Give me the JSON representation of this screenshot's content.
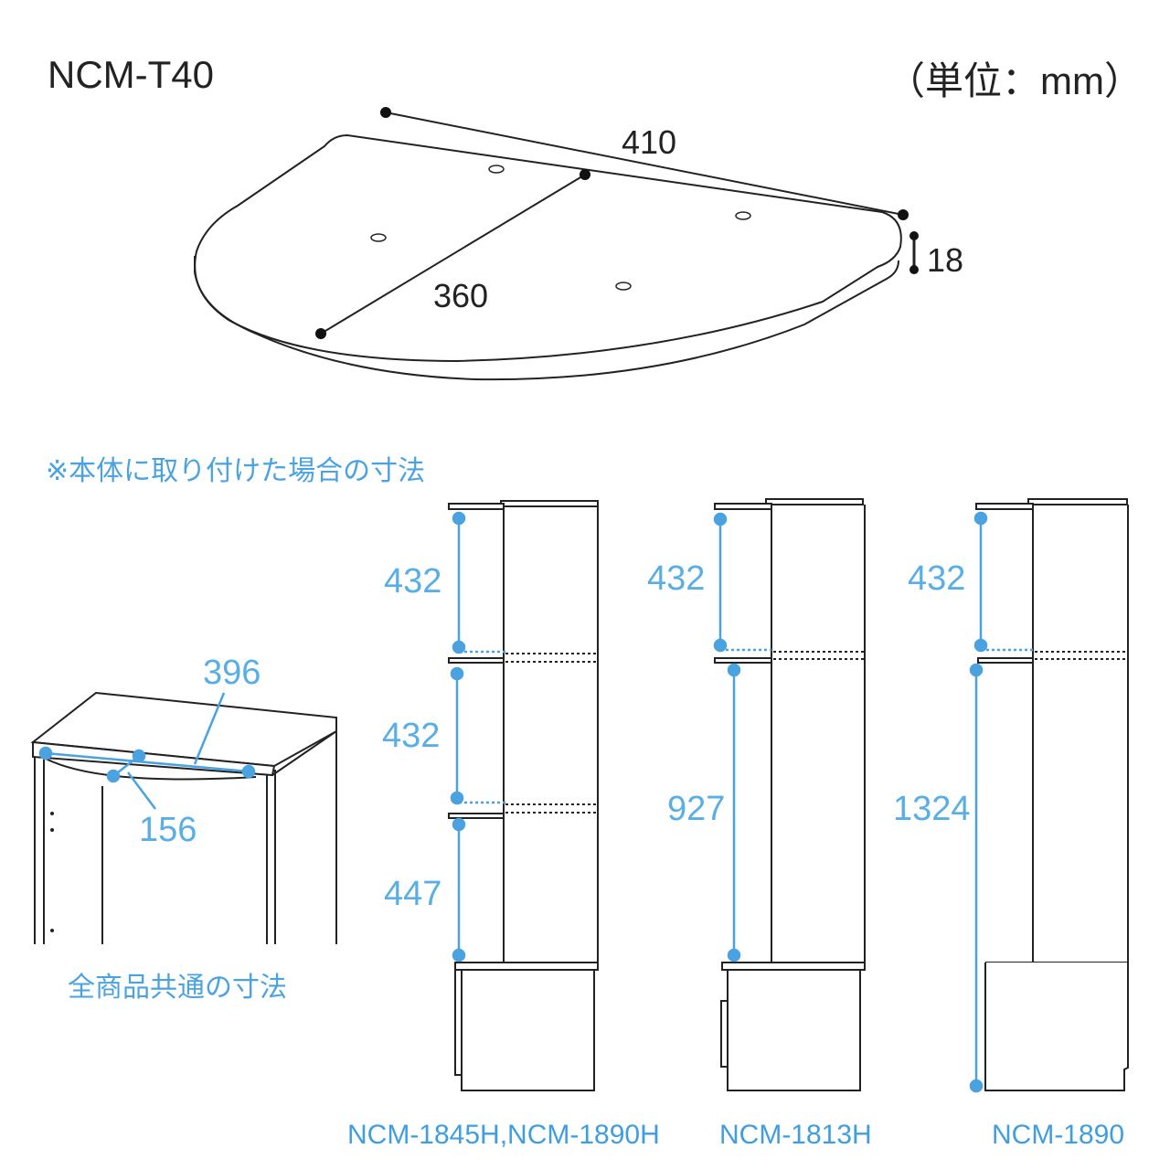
{
  "header": {
    "title": "NCM-T40",
    "unit_label": "（単位：mm）"
  },
  "top_view": {
    "dim_width": "410",
    "dim_depth": "360",
    "dim_thickness": "18"
  },
  "notes": {
    "mounted_note": "※本体に取り付けた場合の寸法",
    "common_note": "全商品共通の寸法"
  },
  "common_view": {
    "dim_width": "396",
    "dim_depth": "156"
  },
  "cabinets": [
    {
      "model": "NCM-1845H,NCM-1890H",
      "dims": [
        "432",
        "432",
        "447"
      ]
    },
    {
      "model": "NCM-1813H",
      "dims": [
        "432",
        "927"
      ]
    },
    {
      "model": "NCM-1890",
      "dims": [
        "432",
        "1324"
      ]
    }
  ],
  "colors": {
    "accent_blue": "#4aa3e0",
    "line": "#222222"
  }
}
